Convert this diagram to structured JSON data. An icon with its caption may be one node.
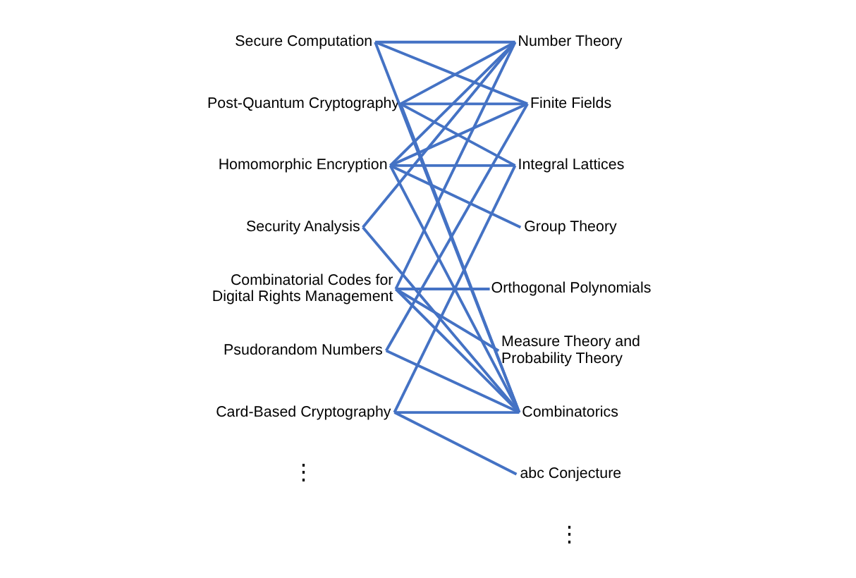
{
  "diagram": {
    "nodes": [
      {
        "text": [
          "Secure Computation"
        ]
      },
      {
        "text": [
          "Post-Quantum Cryptography"
        ]
      },
      {
        "text": [
          "Homomorphic Encryption"
        ]
      },
      {
        "text": [
          "Security Analysis"
        ]
      },
      {
        "text": [
          "Combinatorial Codes for Digital Rights Management"
        ]
      },
      {
        "text": [
          "Psudorandom Numbers"
        ]
      },
      {
        "text": [
          "Card-Based Cryptography"
        ]
      },
      {
        "text": [
          "Number Theory"
        ]
      },
      {
        "text": [
          "Finite Fields"
        ]
      },
      {
        "text": [
          "Integral Lattices"
        ]
      },
      {
        "text": [
          "Group Theory"
        ]
      },
      {
        "text": [
          "Orthogonal Polynomials"
        ]
      },
      {
        "text": [
          "Measure Theory and Probability Theory"
        ]
      },
      {
        "text": [
          "Combinatorics"
        ]
      },
      {
        "text": [
          "abc Conjecture"
        ]
      }
    ],
    "edges": [
      {
        "from": 0,
        "to": 7,
        "arrow": "none"
      },
      {
        "from": 0,
        "to": 8,
        "arrow": "none"
      },
      {
        "from": 0,
        "to": 13,
        "arrow": "none"
      },
      {
        "from": 1,
        "to": 7,
        "arrow": "none"
      },
      {
        "from": 1,
        "to": 8,
        "arrow": "none"
      },
      {
        "from": 1,
        "to": 9,
        "arrow": "none"
      },
      {
        "from": 1,
        "to": 13,
        "arrow": "none"
      },
      {
        "from": 2,
        "to": 7,
        "arrow": "none"
      },
      {
        "from": 2,
        "to": 8,
        "arrow": "none"
      },
      {
        "from": 2,
        "to": 9,
        "arrow": "none"
      },
      {
        "from": 2,
        "to": 10,
        "arrow": "none"
      },
      {
        "from": 2,
        "to": 13,
        "arrow": "none"
      },
      {
        "from": 3,
        "to": 7,
        "arrow": "none"
      },
      {
        "from": 3,
        "to": 13,
        "arrow": "none"
      },
      {
        "from": 4,
        "to": 7,
        "arrow": "none"
      },
      {
        "from": 4,
        "to": 11,
        "arrow": "none"
      },
      {
        "from": 4,
        "to": 12,
        "arrow": "none"
      },
      {
        "from": 4,
        "to": 13,
        "arrow": "none"
      },
      {
        "from": 5,
        "to": 8,
        "arrow": "none"
      },
      {
        "from": 5,
        "to": 13,
        "arrow": "none"
      },
      {
        "from": 6,
        "to": 9,
        "arrow": "none"
      },
      {
        "from": 6,
        "to": 13,
        "arrow": "none"
      },
      {
        "from": 6,
        "to": 14,
        "arrow": "none"
      }
    ],
    "labels": [
      "⋮",
      "⋮"
    ]
  }
}
